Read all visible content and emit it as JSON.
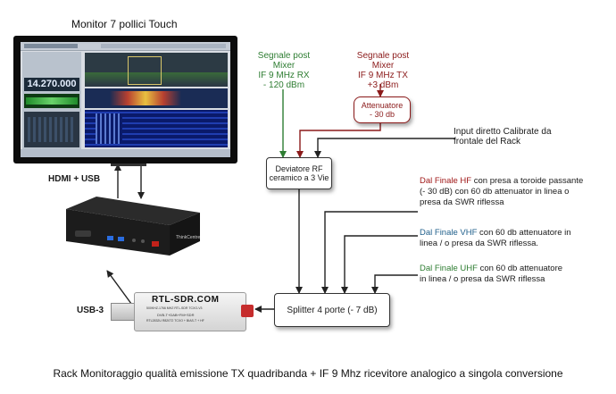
{
  "monitor": {
    "title": "Monitor 7 pollici Touch",
    "frequency_readout": "14.270.000"
  },
  "connections": {
    "hdmi_usb": "HDMI + USB",
    "usb3": "USB-3"
  },
  "pc": {
    "brand": "ThinkCentre"
  },
  "sdr": {
    "brand": "RTL-SDR.COM",
    "line1": "500KHZ-1766 MHZ RTL-SDR TCXO-V3",
    "line2": "DVB-T+DAB+FM+SDR",
    "line3": "RTL2832U R820T2 TCXO + BIAS-T + HF"
  },
  "signals": {
    "rx_line1": "Segnale post Mixer",
    "rx_line2": "IF 9 MHz RX",
    "rx_line3": "- 120 dBm",
    "tx_line1": "Segnale post Mixer",
    "tx_line2": "IF 9 MHz TX",
    "tx_line3": "+3 dBm"
  },
  "attenuator": {
    "line1": "Attenuatore",
    "line2": "- 30 db"
  },
  "deviator": {
    "line1": "Deviatore RF",
    "line2": "ceramico a 3 Vie"
  },
  "splitter": {
    "label": "Splitter 4 porte (- 7 dB)"
  },
  "inputs": {
    "direct_line1": "Input diretto Calibrate da",
    "direct_line2": "frontale del Rack",
    "hf_prefix": "Dal Finale ",
    "hf_band": "HF",
    "hf_rest1": " con presa a toroide passante",
    "hf_line2": "(- 30 dB)   con 60 db attenuator in linea o",
    "hf_line3": "presa da SWR riflessa",
    "vhf_prefix": "Dal  Finale  ",
    "vhf_band": "VHF",
    "vhf_rest1": "  con 60 db attenuatore in",
    "vhf_line2": "linea / o presa da SWR riflessa.",
    "uhf_prefix": "Dal  Finale  ",
    "uhf_band": "UHF",
    "uhf_rest1": "  con 60 db attenuatore",
    "uhf_line2": "in linea / o presa da SWR riflessa"
  },
  "caption": "Rack Monitoraggio qualità emissione TX quadribanda + IF 9 Mhz ricevitore analogico a singola conversione",
  "colors": {
    "rx_green": "#2e7d32",
    "tx_red": "#8b1a1a",
    "hf_red": "#a01818",
    "vhf_blue": "#1f5f8b",
    "uhf_green": "#2e7d32",
    "line": "#222222"
  }
}
